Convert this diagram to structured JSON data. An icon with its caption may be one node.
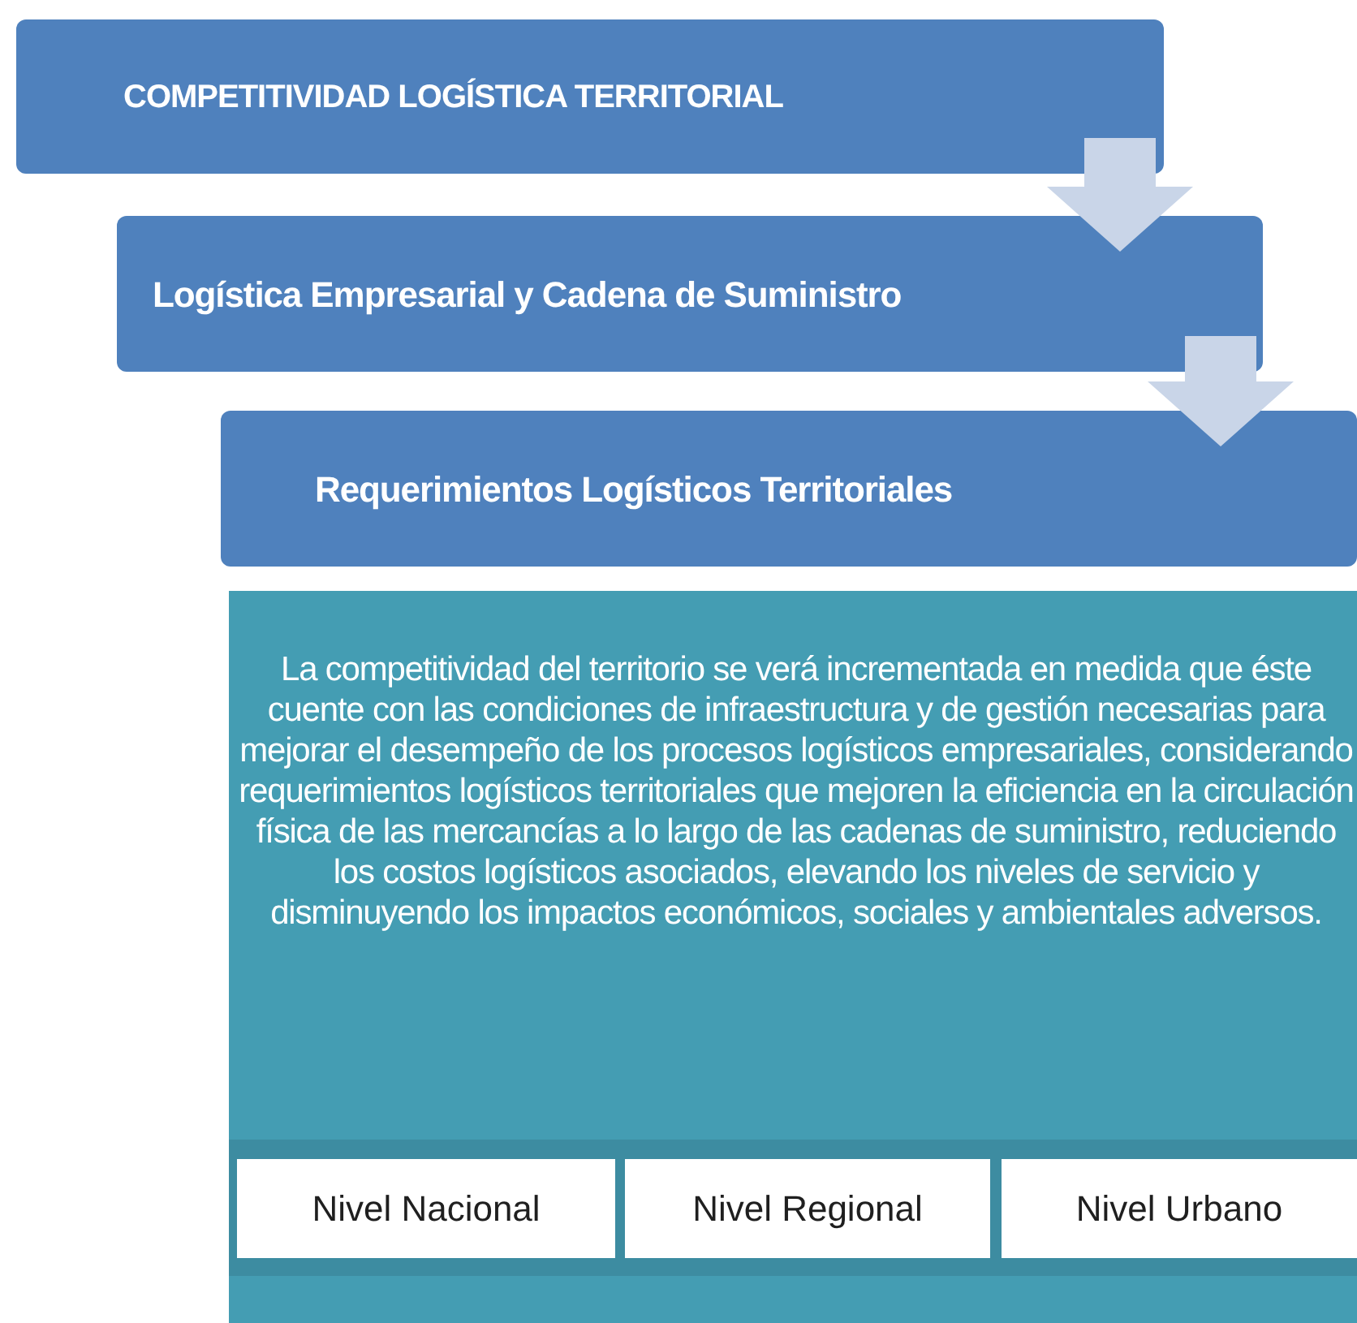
{
  "diagram": {
    "nodes": [
      {
        "text": [
          "COMPETITIVIDAD  LOGÍSTICA TERRITORIAL"
        ]
      },
      {
        "text": [
          "Logística Empresarial y Cadena de Suministro"
        ]
      },
      {
        "text": [
          "Requerimientos Logísticos Territoriales"
        ]
      },
      {
        "text": [
          "La competitividad del territorio se verá incrementada en medida que éste cuente con las condiciones de infraestructura y  de gestión necesarias para mejorar el desempeño de los procesos logísticos empresariales, considerando requerimientos logísticos territoriales que mejoren la eficiencia en la circulación física de las mercancías a lo largo de las cadenas de suministro, reduciendo los costos logísticos asociados, elevando los niveles de servicio y disminuyendo los impactos económicos, sociales y ambientales adversos."
        ]
      },
      {
        "text": [
          "Nivel Nacional"
        ],
        "in": 3
      },
      {
        "text": [
          "Nivel Regional"
        ],
        "in": 3
      },
      {
        "text": [
          "Nivel Urbano"
        ],
        "in": 3
      }
    ],
    "edges": [
      {
        "from": 0,
        "to": 1,
        "arrow": "to"
      },
      {
        "from": 1,
        "to": 2,
        "arrow": "to"
      }
    ]
  }
}
